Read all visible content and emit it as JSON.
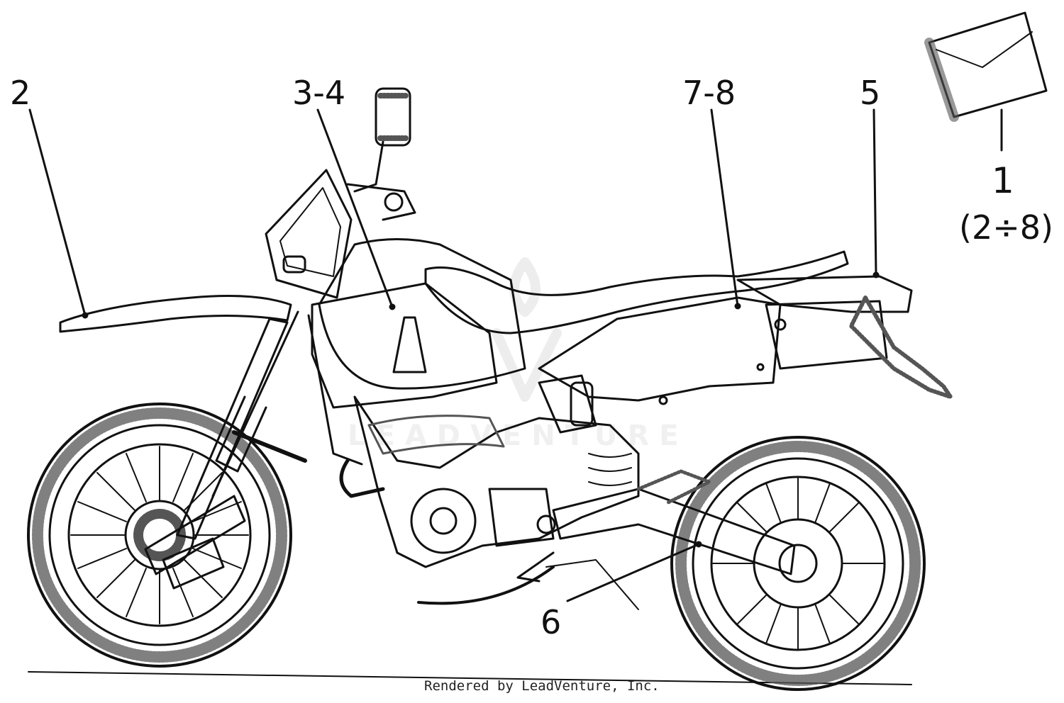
{
  "callouts": {
    "label_2": "2",
    "label_3_4": "3-4",
    "label_7_8": "7-8",
    "label_5": "5",
    "label_6": "6",
    "label_1": "1",
    "label_set": "(2÷8)"
  },
  "footer": {
    "credit": "Rendered by LeadVenture, Inc."
  },
  "watermark": {
    "text": "LEADVENTURE"
  },
  "colors": {
    "line": "#111111",
    "stipple": "#555555",
    "background": "#ffffff"
  }
}
